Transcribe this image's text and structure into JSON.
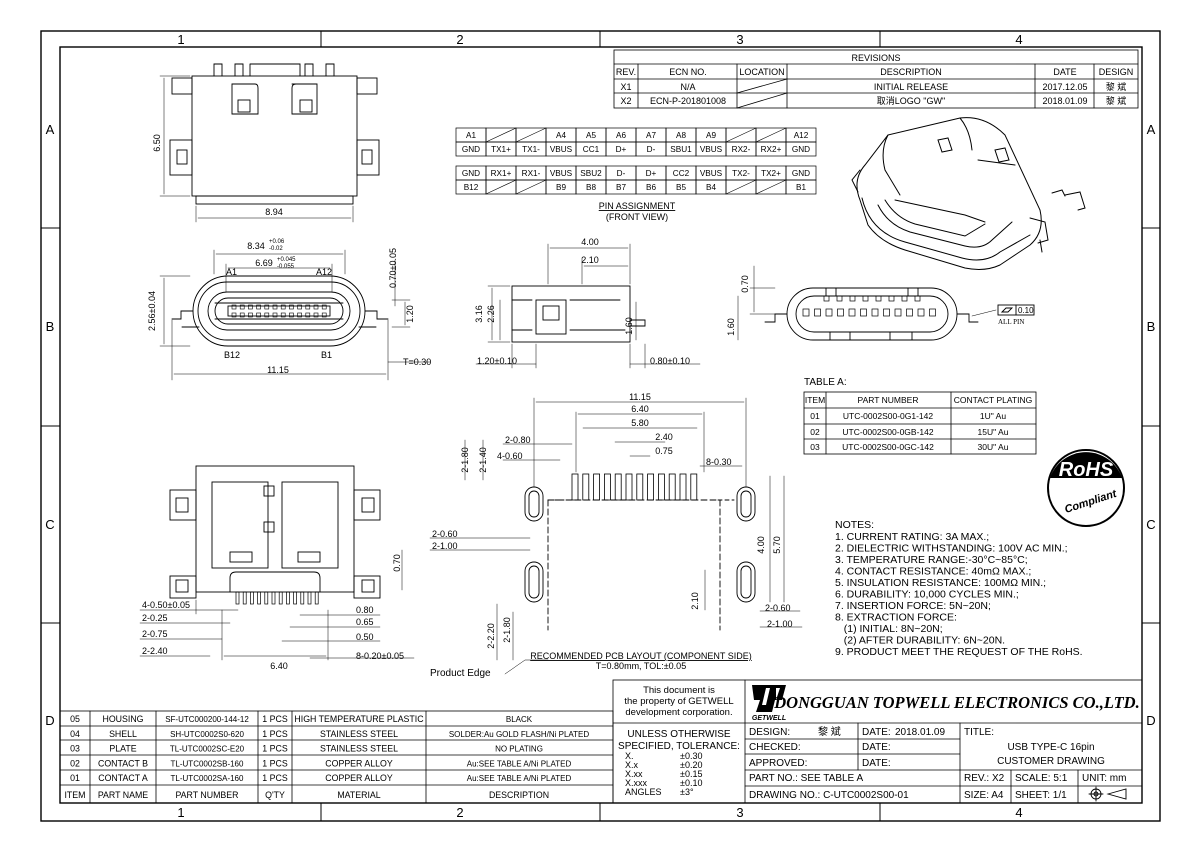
{
  "frame": {
    "col_labels": [
      "1",
      "2",
      "3",
      "4"
    ],
    "row_labels": [
      "A",
      "B",
      "C",
      "D"
    ]
  },
  "revisions": {
    "title": "REVISIONS",
    "headers": [
      "REV.",
      "ECN NO.",
      "LOCATION",
      "DESCRIPTION",
      "DATE",
      "DESIGN"
    ],
    "rows": [
      [
        "X1",
        "N/A",
        "",
        "INITIAL RELEASE",
        "2017.12.05",
        "黎 斌"
      ],
      [
        "X2",
        "ECN-P-201801008",
        "",
        "取消LOGO \"GW\"",
        "2018.01.09",
        "黎 斌"
      ]
    ]
  },
  "pin_assignment": {
    "top_ids": [
      "A1",
      "",
      "",
      "A4",
      "A5",
      "A6",
      "A7",
      "A8",
      "A9",
      "",
      "",
      "A12"
    ],
    "top_names": [
      "GND",
      "TX1+",
      "TX1-",
      "VBUS",
      "CC1",
      "D+",
      "D-",
      "SBU1",
      "VBUS",
      "RX2-",
      "RX2+",
      "GND"
    ],
    "bottom_names": [
      "GND",
      "RX1+",
      "RX1-",
      "VBUS",
      "SBU2",
      "D-",
      "D+",
      "CC2",
      "VBUS",
      "TX2-",
      "TX2+",
      "GND"
    ],
    "bottom_ids": [
      "B12",
      "",
      "",
      "B9",
      "B8",
      "B7",
      "B6",
      "B5",
      "B4",
      "",
      "",
      "B1"
    ],
    "title": "PIN ASSIGNMENT",
    "subtitle": "(FRONT VIEW)"
  },
  "dims": {
    "d650": "6.50",
    "d894": "8.94",
    "d834": "8.34",
    "d834tol_u": "+0.06",
    "d834tol_l": "-0.02",
    "d669": "6.69",
    "d669tol_u": "+0.045",
    "d669tol_l": "-0.055",
    "a1": "A1",
    "a12": "A12",
    "b12": "B12",
    "b1": "B1",
    "d256": "2.56±0.04",
    "d070": "0.70±0.05",
    "d120": "1.20",
    "t030": "T=0.30",
    "d1115": "11.15",
    "d400": "4.00",
    "d210": "2.10",
    "d316": "3.16",
    "d226": "2.26",
    "d160": "1.60",
    "d120b": "1.20±0.10",
    "d080": "0.80±0.10",
    "r070": "0.70",
    "r160": "1.60",
    "flat": "0.10",
    "allpin": "ALL PIN",
    "p1115": "11.15",
    "p640": "6.40",
    "p580": "5.80",
    "p240": "2.40",
    "p075": "0.75",
    "p2_080": "2-0.80",
    "p4_060": "4-0.60",
    "p8_030": "8-0.30",
    "p2_180": "2-1.80",
    "p2_140": "2-1.40",
    "p2_060": "2-0.60",
    "p2_100": "2-1.00",
    "p400": "4.00",
    "p570": "5.70",
    "p210": "2.10",
    "p2_060b": "2-0.60",
    "p2_100b": "2-1.00",
    "p2_220": "2-2.20",
    "p2_180b": "2-1.80",
    "b4_050": "4-0.50±0.05",
    "b2_025": "2-0.25",
    "b2_075": "2-0.75",
    "b2_240": "2-2.40",
    "b080": "0.80",
    "b065": "0.65",
    "b050": "0.50",
    "b8_020": "8-0.20±0.05",
    "b640": "6.40",
    "b070": "0.70",
    "product_edge": "Product Edge",
    "pcb_title": "RECOMMENDED PCB LAYOUT (COMPONENT SIDE)",
    "pcb_sub": "T=0.80mm, TOL:±0.05"
  },
  "table_a": {
    "title": "TABLE A:",
    "headers": [
      "ITEM",
      "PART NUMBER",
      "CONTACT PLATING"
    ],
    "rows": [
      [
        "01",
        "UTC-0002S00-0G1-142",
        "1U\" Au"
      ],
      [
        "02",
        "UTC-0002S00-0GB-142",
        "15U\" Au"
      ],
      [
        "03",
        "UTC-0002S00-0GC-142",
        "30U\" Au"
      ]
    ]
  },
  "rohs": {
    "top": "RoHS",
    "bottom": "Compliant"
  },
  "notes": {
    "title": "NOTES:",
    "lines": [
      "1. CURRENT RATING: 3A MAX.;",
      "2. DIELECTRIC WITHSTANDING: 100V AC MIN.;",
      "3. TEMPERATURE RANGE:-30°C~85°C;",
      "4. CONTACT RESISTANCE: 40mΩ MAX.;",
      "5. INSULATION RESISTANCE: 100MΩ MIN.;",
      "6. DURABILITY: 10,000 CYCLES MIN.;",
      "7. INSERTION FORCE: 5N~20N;",
      "8. EXTRACTION FORCE:",
      "   (1) INITIAL: 8N~20N;",
      "   (2) AFTER DURABILITY: 6N~20N.",
      "9. PRODUCT MEET THE REQUEST OF THE RoHS."
    ]
  },
  "bom": {
    "headers": [
      "ITEM",
      "PART NAME",
      "PART NUMBER",
      "Q'TY",
      "MATERIAL",
      "DESCRIPTION"
    ],
    "rows": [
      [
        "05",
        "HOUSING",
        "SF-UTC000200-144-12",
        "1 PCS",
        "HIGH TEMPERATURE PLASTIC",
        "BLACK"
      ],
      [
        "04",
        "SHELL",
        "SH-UTC0002S0-620",
        "1 PCS",
        "STAINLESS STEEL",
        "SOLDER:Au GOLD FLASH/Ni PLATED"
      ],
      [
        "03",
        "PLATE",
        "TL-UTC0002SC-E20",
        "1 PCS",
        "STAINLESS STEEL",
        "NO PLATING"
      ],
      [
        "02",
        "CONTACT B",
        "TL-UTC0002SB-160",
        "1 PCS",
        "COPPER ALLOY",
        "Au:SEE TABLE A/Ni PLATED"
      ],
      [
        "01",
        "CONTACT A",
        "TL-UTC0002SA-160",
        "1 PCS",
        "COPPER ALLOY",
        "Au:SEE TABLE A/Ni PLATED"
      ]
    ]
  },
  "title_block": {
    "property": [
      "This document is",
      "the property of GETWELL",
      "development corporation."
    ],
    "company": "DONGGUAN TOPWELL ELECTRONICS CO.,LTD.",
    "logo_text": "GETWELL",
    "tol_head": [
      "UNLESS OTHERWISE",
      "SPECIFIED, TOLERANCE:"
    ],
    "tol_rows": [
      [
        "X.",
        "±0.30"
      ],
      [
        "X.x",
        "±0.20"
      ],
      [
        "X.xx",
        "±0.15"
      ],
      [
        "X.xxx",
        "±0.10"
      ],
      [
        "ANGLES",
        "±3°"
      ]
    ],
    "design_label": "DESIGN:",
    "design_name": "黎 斌",
    "date_label": "DATE:",
    "design_date": "2018.01.09",
    "checked": "CHECKED:",
    "approved": "APPROVED:",
    "part_no": "PART NO.: SEE TABLE A",
    "drawing_no": "DRAWING NO.: C-UTC0002S00-01",
    "title_label": "TITLE:",
    "title_1": "USB TYPE-C 16pin",
    "title_2": "CUSTOMER DRAWING",
    "rev": "REV.: X2",
    "scale": "SCALE: 5:1",
    "unit": "UNIT: mm",
    "size": "SIZE: A4",
    "sheet": "SHEET: 1/1"
  }
}
